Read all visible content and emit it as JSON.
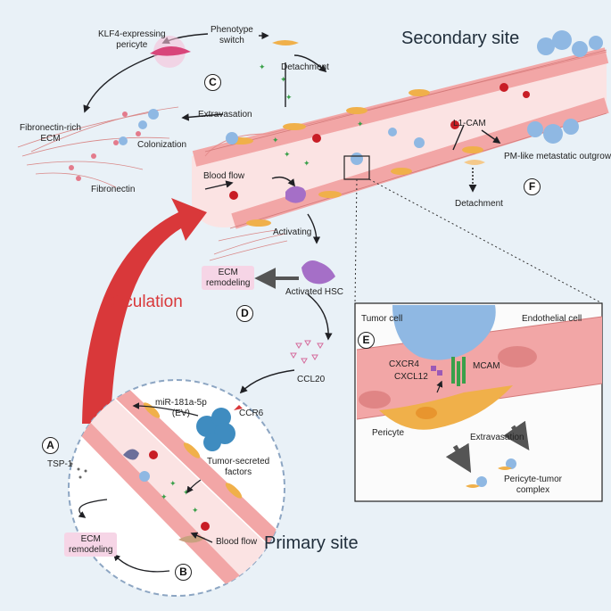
{
  "sites": {
    "secondary": "Secondary site",
    "primary": "Primary site",
    "circulation": "Circulation"
  },
  "labels": {
    "klf4": "KLF4-expressing\npericyte",
    "phenotype": "Phenotype\nswitch",
    "detach_top": "Detachment",
    "extravasation": "Extravasation",
    "fibro_ecm": "Fibronectin-rich\nECM",
    "colonization": "Colonization",
    "fibronectin": "Fibronectin",
    "blood_flow_top": "Blood flow",
    "l1cam": "L1-CAM",
    "pm_like": "PM-like metastatic outgrowth",
    "detach_right": "Detachment",
    "activating": "Activating",
    "ecm_remodeling_d": "ECM\nremodeling",
    "activated_hsc": "Activated HSC",
    "ccl20": "CCL20",
    "mir": "miR-181a-5p\n(EV)",
    "ccr6": "CCR6",
    "tsp1": "TSP-1",
    "tumor_factors": "Tumor-secreted\nfactors",
    "ecm_remodeling_b": "ECM\nremodeling",
    "blood_flow_bottom": "Blood flow"
  },
  "inset": {
    "tumor_cell": "Tumor cell",
    "endothelial": "Endothelial cell",
    "cxcr4": "CXCR4",
    "mcam": "MCAM",
    "cxcl12": "CXCL12",
    "pericyte": "Pericyte",
    "extravasation": "Extravasation",
    "complex": "Pericyte-tumor\ncomplex"
  },
  "badges": {
    "a": "A",
    "b": "B",
    "c": "C",
    "d": "D",
    "e": "E",
    "f": "F"
  },
  "colors": {
    "vessel": "#f9d9d9",
    "endothelium": "#f2a6a6",
    "pericyte": "#f0b04a",
    "tumor": "#8fb8e3",
    "hsc": "#a56fc7",
    "arrow_red": "#d9383a",
    "background": "#e9f1f7"
  }
}
